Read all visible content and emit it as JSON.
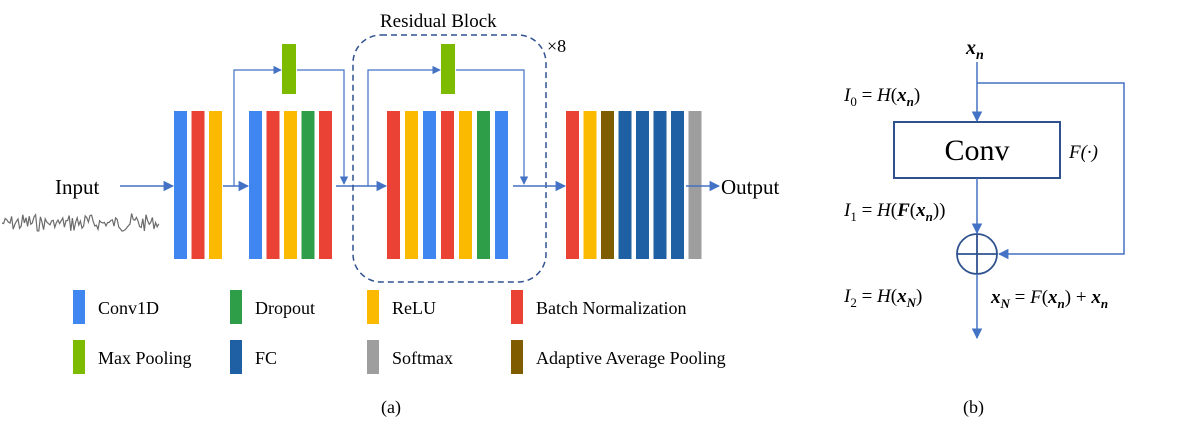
{
  "colors": {
    "conv1d": "#3f86f0",
    "dropout": "#2e9e48",
    "relu": "#fbba00",
    "batchnorm": "#ea4335",
    "maxpool": "#7cbb00",
    "fc": "#1f5fa3",
    "softmax": "#9e9e9e",
    "adaptive_avg_pool": "#7f5c00",
    "arrow": "#4472c4",
    "box_border": "#2f528f"
  },
  "panel_a": {
    "input_label": "Input",
    "output_label": "Output",
    "residual_title": "Residual Block",
    "repeat_label": "×8",
    "caption": "(a)",
    "block1": [
      "conv1d",
      "batchnorm",
      "relu"
    ],
    "block2": [
      "conv1d",
      "batchnorm",
      "relu",
      "dropout",
      "batchnorm"
    ],
    "block3": [
      "batchnorm",
      "relu",
      "conv1d",
      "batchnorm",
      "relu",
      "dropout",
      "conv1d"
    ],
    "block4": [
      "batchnorm",
      "relu",
      "adaptive_avg_pool",
      "fc",
      "fc",
      "fc",
      "fc",
      "softmax"
    ],
    "legend": [
      {
        "key": "conv1d",
        "label": "Conv1D"
      },
      {
        "key": "dropout",
        "label": "Dropout"
      },
      {
        "key": "relu",
        "label": "ReLU"
      },
      {
        "key": "batchnorm",
        "label": "Batch Normalization"
      },
      {
        "key": "maxpool",
        "label": "Max Pooling"
      },
      {
        "key": "fc",
        "label": "FC"
      },
      {
        "key": "softmax",
        "label": "Softmax"
      },
      {
        "key": "adaptive_avg_pool",
        "label": "Adaptive Average Pooling"
      }
    ]
  },
  "panel_b": {
    "top_var": "x",
    "top_var_sub": "n",
    "i0_label": "I",
    "i0_sub": "0",
    "i0_rhs": " = H(",
    "conv_label": "Conv",
    "f_label": "F(·)",
    "i1_label": "I",
    "i1_sub": "1",
    "i2_label": "I",
    "i2_sub": "2",
    "xN_var": "x",
    "xN_sub": "N",
    "caption": "(b)"
  }
}
